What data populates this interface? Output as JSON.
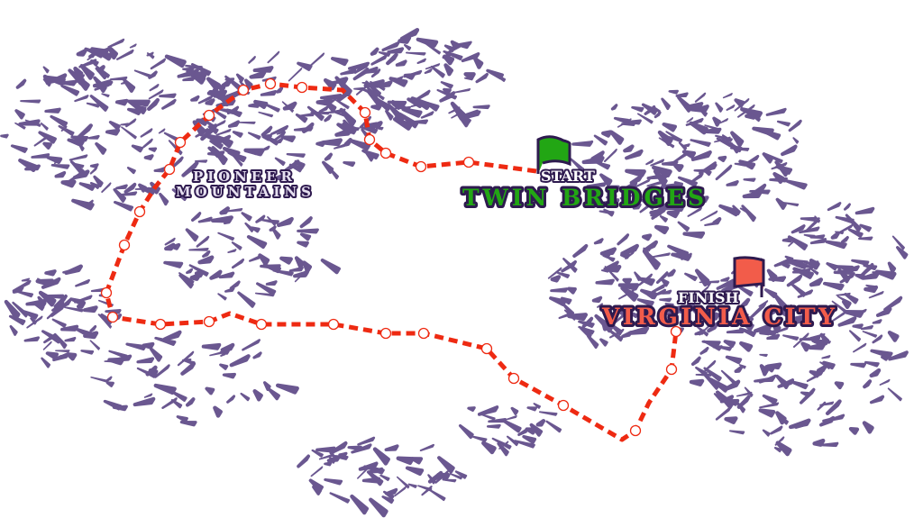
{
  "map": {
    "region_label": {
      "line1": "PIONEER",
      "line2": "MOUNTAINS"
    },
    "start": {
      "tag": "START",
      "name": "TWIN BRIDGES",
      "flag_color": "#22a614"
    },
    "finish": {
      "tag": "FINISH",
      "name": "VIRGINIA CITY",
      "flag_color": "#f25c4a"
    },
    "colors": {
      "terrain": "#6a5790",
      "route": "#ee2a12",
      "outline": "#2e1a4f",
      "region_text": "#e6e0f0"
    }
  }
}
